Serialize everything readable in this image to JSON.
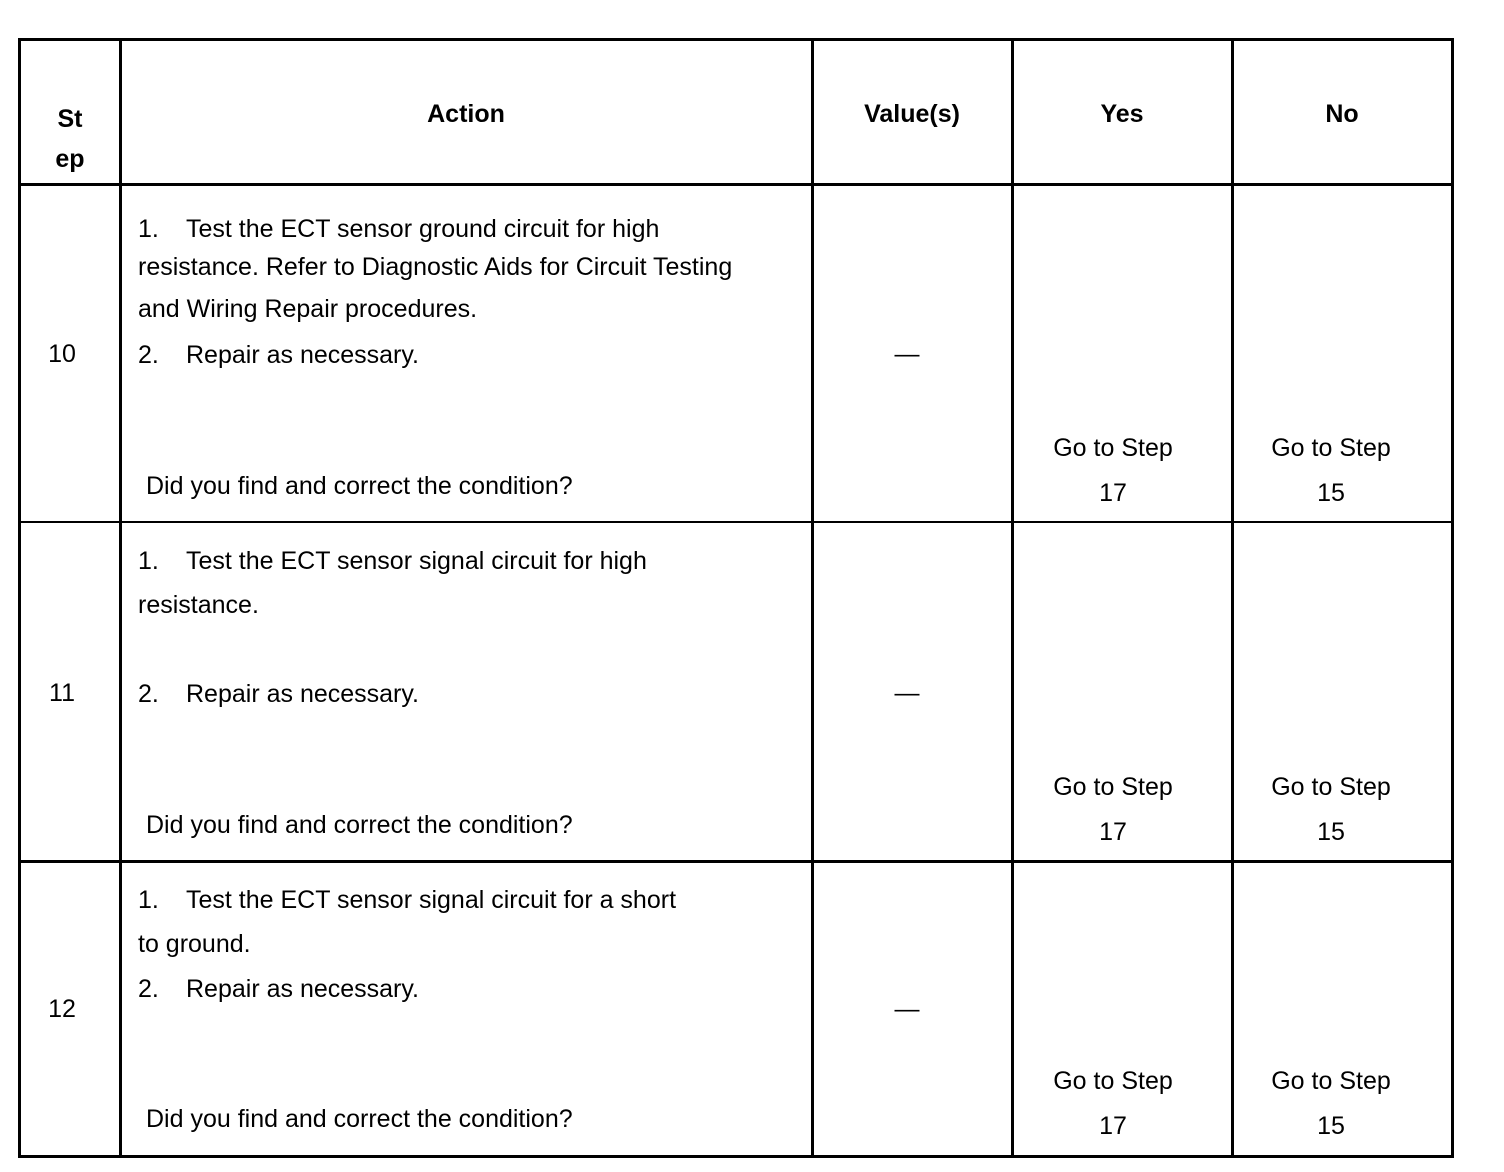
{
  "headers": {
    "step": [
      "St",
      "ep"
    ],
    "action": "Action",
    "values": "Value(s)",
    "yes": "Yes",
    "no": "No"
  },
  "rows": [
    {
      "step": "10",
      "items": [
        {
          "num": "1.",
          "lines": [
            "Test the ECT sensor ground circuit for high",
            "resistance. Refer to Diagnostic Aids for Circuit Testing",
            "and Wiring Repair procedures."
          ]
        },
        {
          "num": "2.",
          "lines": [
            "Repair as necessary."
          ]
        }
      ],
      "question": "Did you find and correct the condition?",
      "value": "—",
      "yes": [
        "Go to Step",
        "17"
      ],
      "no": [
        "Go to Step",
        "15"
      ]
    },
    {
      "step": "11",
      "items": [
        {
          "num": "1.",
          "lines": [
            "Test the ECT sensor signal circuit for high",
            "resistance."
          ]
        },
        {
          "num": "2.",
          "lines": [
            "Repair as necessary."
          ]
        }
      ],
      "question": "Did you find and correct the condition?",
      "value": "—",
      "yes": [
        "Go to Step",
        "17"
      ],
      "no": [
        "Go to Step",
        "15"
      ]
    },
    {
      "step": "12",
      "items": [
        {
          "num": "1.",
          "lines": [
            "Test the ECT sensor signal circuit for a short",
            "to ground."
          ]
        },
        {
          "num": "2.",
          "lines": [
            "Repair as necessary."
          ]
        }
      ],
      "question": "Did you find and correct the condition?",
      "value": "—",
      "yes": [
        "Go to Step",
        "17"
      ],
      "no": [
        "Go to Step",
        "15"
      ]
    }
  ]
}
